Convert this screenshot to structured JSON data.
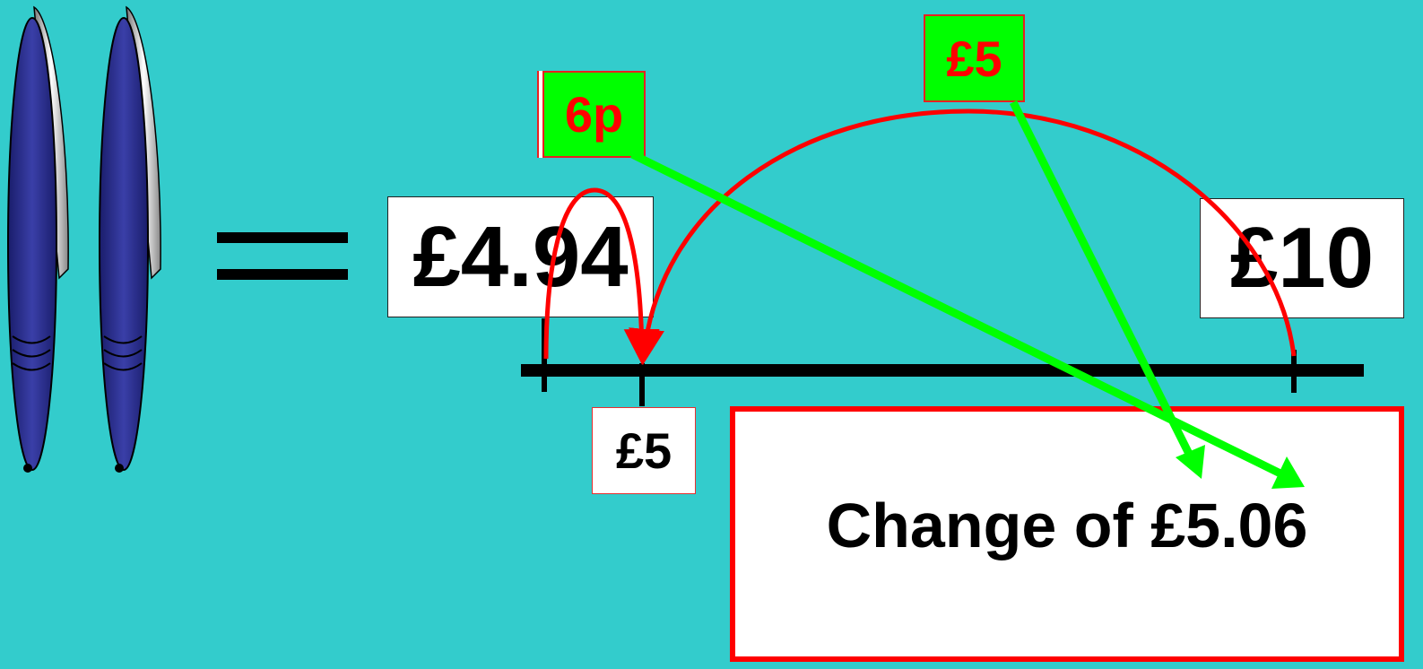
{
  "scene": {
    "price_label": "£4.94",
    "paid_label": "£10",
    "number_line_mark": "£5",
    "jump_small_label": "6p",
    "jump_large_label": "£5",
    "result_label": "Change of £5.06",
    "equals_sign": "=",
    "coin_count": 2
  },
  "colors": {
    "background": "#33CCCC",
    "arrow": "#ff0000",
    "pointer": "#00ff00",
    "coin": "#2e3192",
    "result_border": "#ff0000"
  },
  "icons": [
    "coin-icon",
    "coin-icon",
    "equals-icon",
    "jump-arrow-icon",
    "pointer-arrow-icon"
  ]
}
